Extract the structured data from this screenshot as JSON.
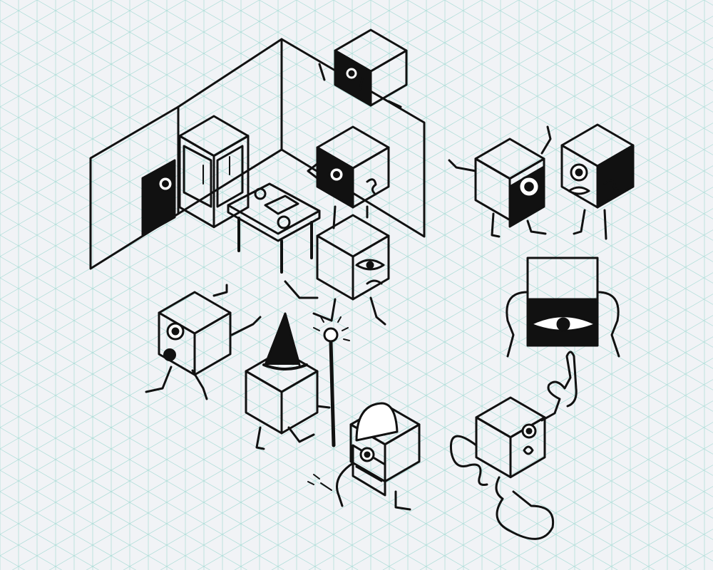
{
  "paper": {
    "background": "#f1f3f6",
    "grid_color": "#a9dcd6",
    "ink_color": "#111111"
  },
  "drawing": {
    "subjects": [
      "room-with-walls",
      "cabinet",
      "table",
      "peeking-cube",
      "cube-characters",
      "wizard-cube",
      "knight-cube",
      "flat-box-creature"
    ]
  }
}
